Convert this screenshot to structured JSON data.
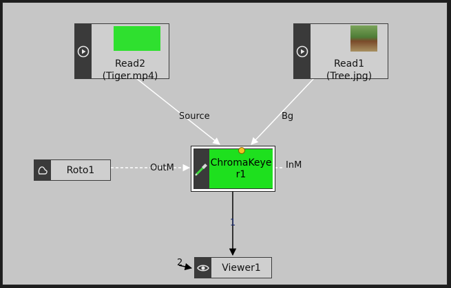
{
  "nodes": {
    "read2": {
      "line1": "Read2",
      "line2": "(Tiger.mp4)",
      "icon": "play-icon"
    },
    "read1": {
      "line1": "Read1",
      "line2": "(Tree.jpg)",
      "icon": "play-icon"
    },
    "roto": {
      "label": "Roto1",
      "icon": "roto-shape-icon"
    },
    "chromakeyer": {
      "label": "ChromaKeyer1",
      "icon": "eyedropper-icon"
    },
    "viewer": {
      "label": "Viewer1",
      "icon": "eye-icon"
    }
  },
  "edges": {
    "source": "Source",
    "bg": "Bg",
    "outm": "OutM",
    "inm": "InM",
    "viewer_input": "1",
    "viewer_extra_input": "2"
  },
  "colors": {
    "canvas": "#c6c6c6",
    "node": "#cfcfcf",
    "node_gutter": "#3a3a3a",
    "chromakey_green": "#1ee01e",
    "edge_white": "#ffffff",
    "edge_black": "#000000",
    "mask_dot": "#f2c025"
  }
}
